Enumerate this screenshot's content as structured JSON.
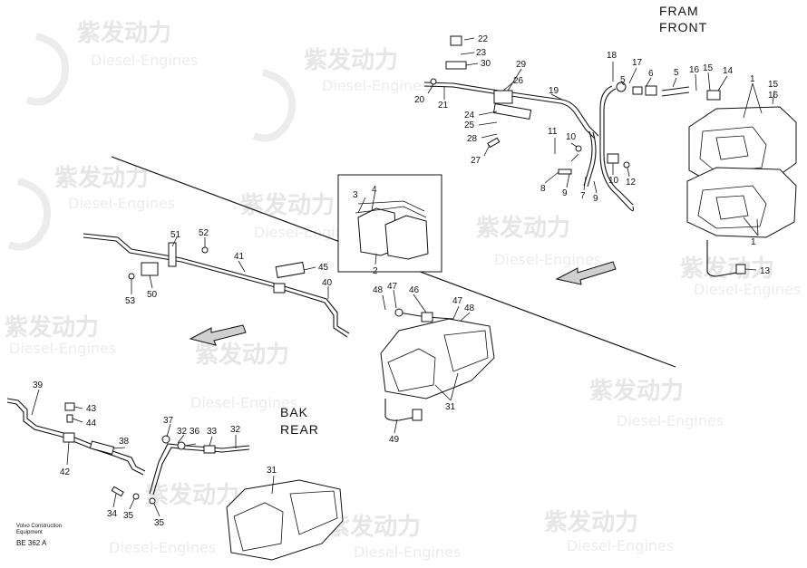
{
  "headings": {
    "front_line1": "FRAM",
    "front_line2": "FRONT",
    "rear_line1": "BAK",
    "rear_line2": "REAR"
  },
  "footer": {
    "company_line1": "Volvo Construction",
    "company_line2": "Equipment",
    "drawing_code": "BE 362 A"
  },
  "watermark": {
    "brand_cn": "紫发动力",
    "brand_en": "Diesel-Engines"
  },
  "callouts": {
    "c22": "22",
    "c23": "23",
    "c30": "30",
    "c29": "29",
    "c26": "26",
    "c20": "20",
    "c21": "21",
    "c24": "24",
    "c25": "25",
    "c28": "28",
    "c27": "27",
    "c19": "19",
    "c18": "18",
    "c17": "17",
    "c5a": "5",
    "c6": "6",
    "c5b": "5",
    "c16": "16",
    "c15a": "15",
    "c14": "14",
    "c1a": "1",
    "c15b": "15",
    "c16b": "16",
    "c11": "11",
    "c10a": "10",
    "c8": "8",
    "c9a": "9",
    "c7": "7",
    "c9b": "9",
    "c10b": "10",
    "c12": "12",
    "c1b": "1",
    "c13": "13",
    "c3": "3",
    "c4": "4",
    "c2": "2",
    "c51": "51",
    "c52": "52",
    "c41": "41",
    "c45": "45",
    "c53": "53",
    "c50": "50",
    "c40": "40",
    "c48a": "48",
    "c47a": "47",
    "c46": "46",
    "c47b": "47",
    "c48b": "48",
    "c31a": "31",
    "c49": "49",
    "c39": "39",
    "c43": "43",
    "c44": "44",
    "c42": "42",
    "c37": "37",
    "c32a": "32",
    "c36": "36",
    "c33": "33",
    "c32b": "32",
    "c38": "38",
    "c34": "34",
    "c35a": "35",
    "c35b": "35",
    "c31b": "31"
  }
}
